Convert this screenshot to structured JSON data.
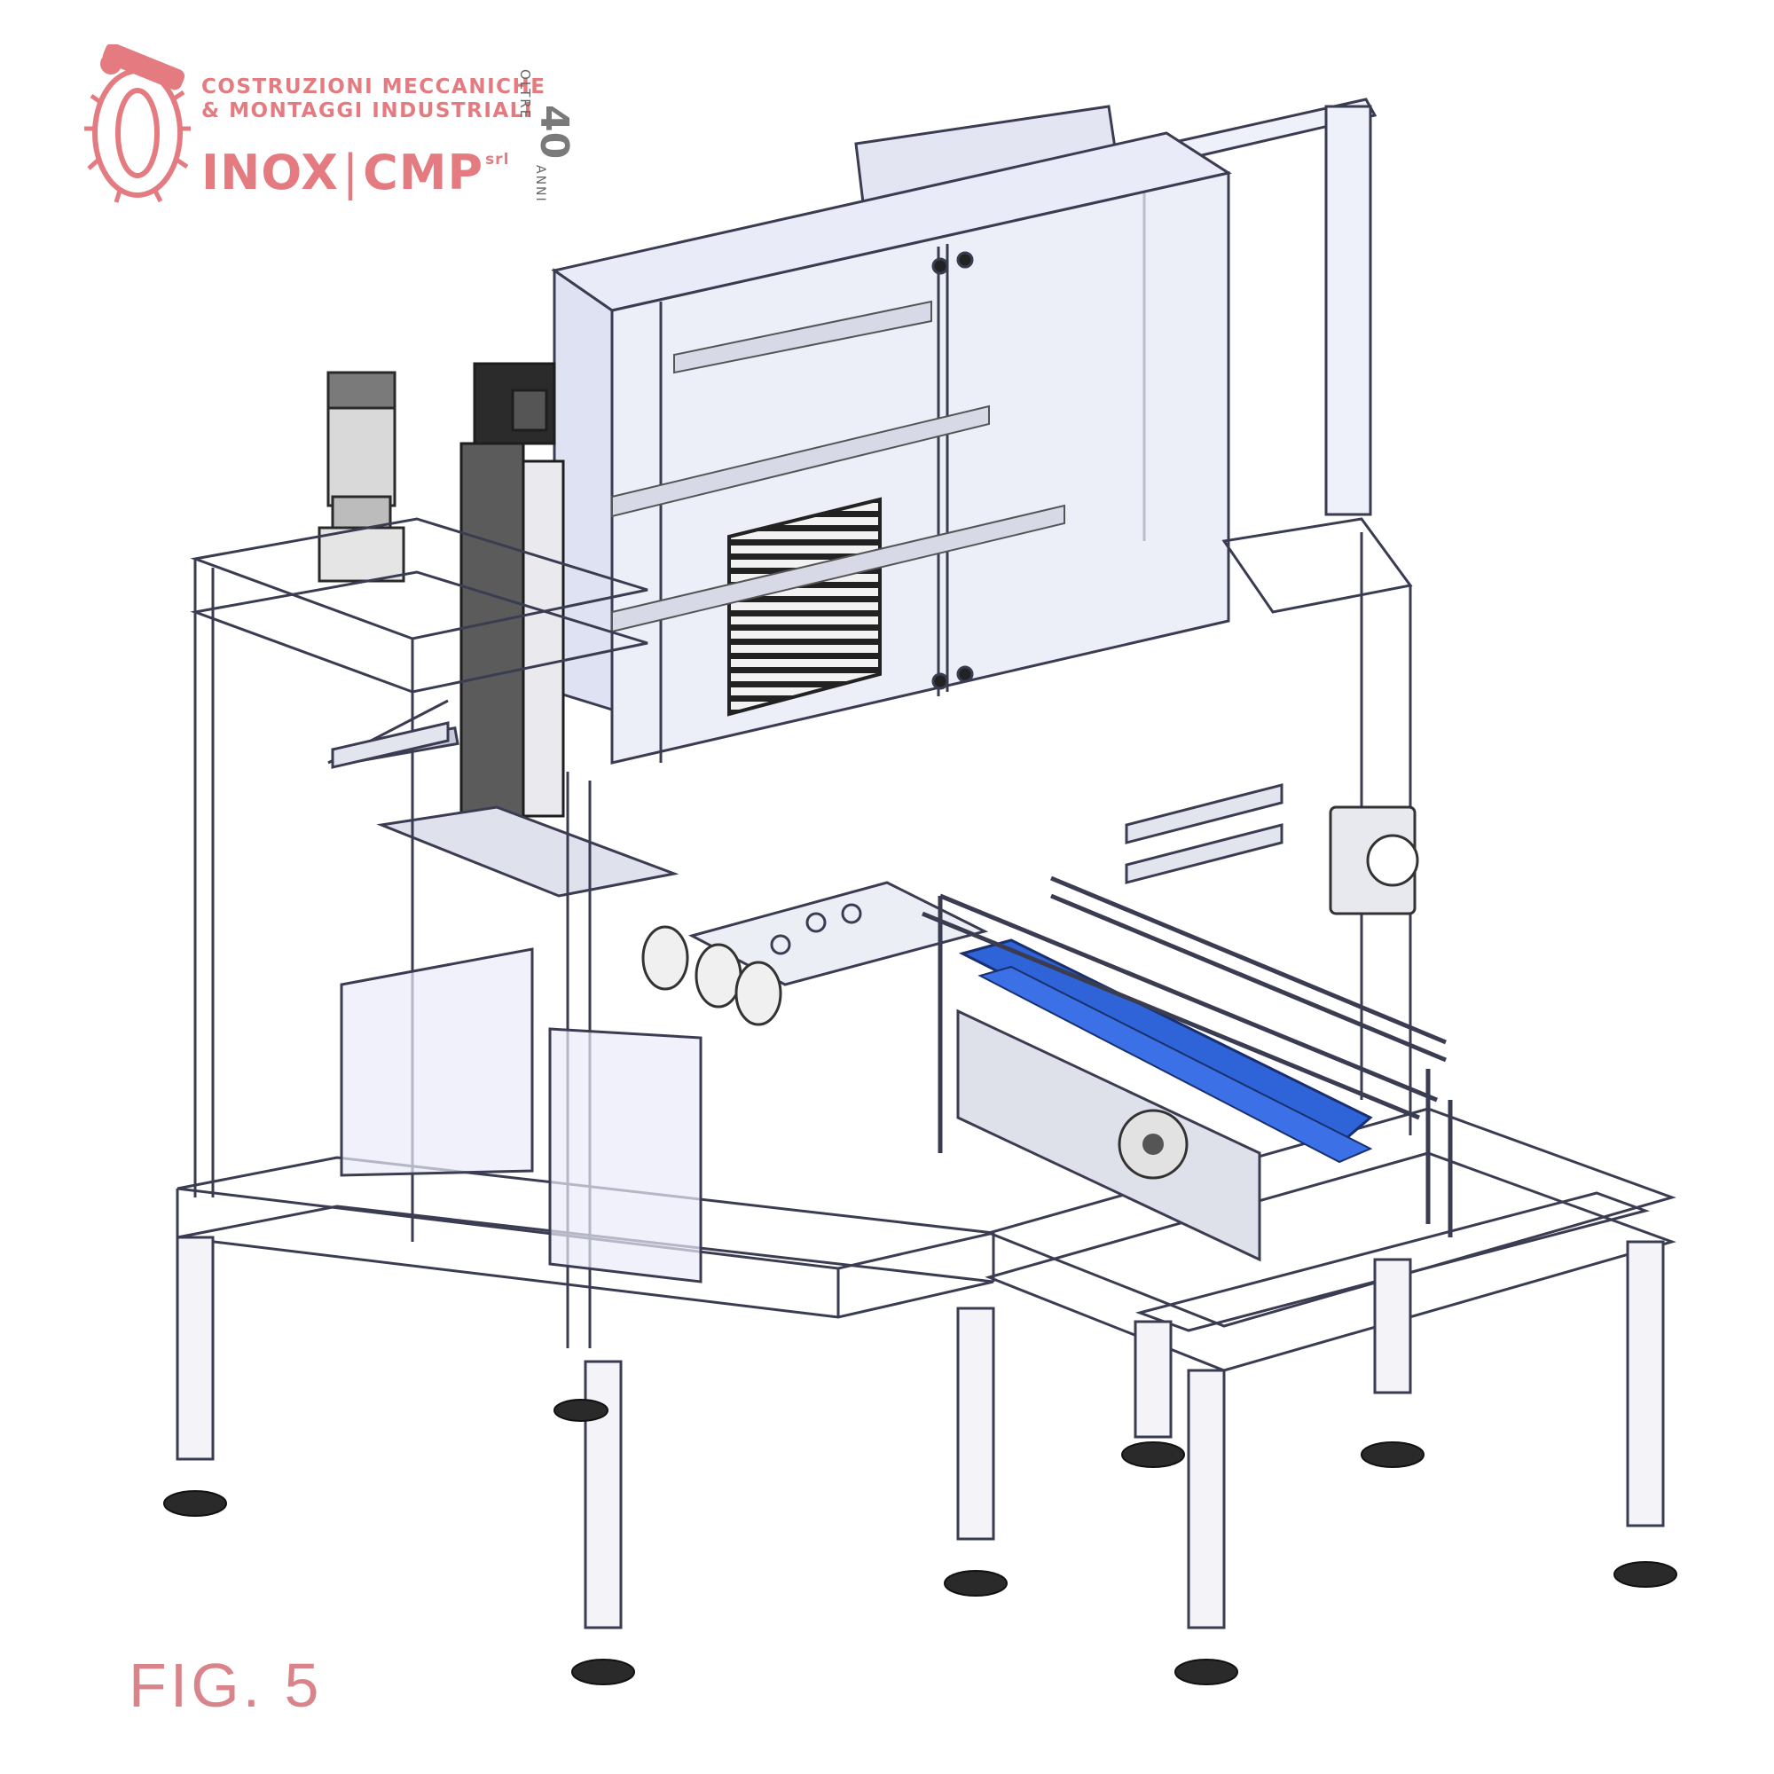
{
  "logo": {
    "line1": "COSTRUZIONI MECCANICHE",
    "line2": "& MONTAGGI INDUSTRIALI",
    "brand_left": "INOX",
    "brand_sep": "|",
    "brand_right": "CMP",
    "brand_suffix": "srl",
    "badge_top": "OLTRE",
    "badge_number": "40",
    "badge_bottom": "ANNI",
    "color": "#e47b80"
  },
  "figure_label": "FIG. 5",
  "colors": {
    "frame_stroke": "#3a3d52",
    "glass": "#e6e8f6",
    "conveyor_belt": "#2f63d8",
    "grille": "#222222",
    "dark_parts": "#2a2a2a",
    "label": "#d8848a"
  }
}
